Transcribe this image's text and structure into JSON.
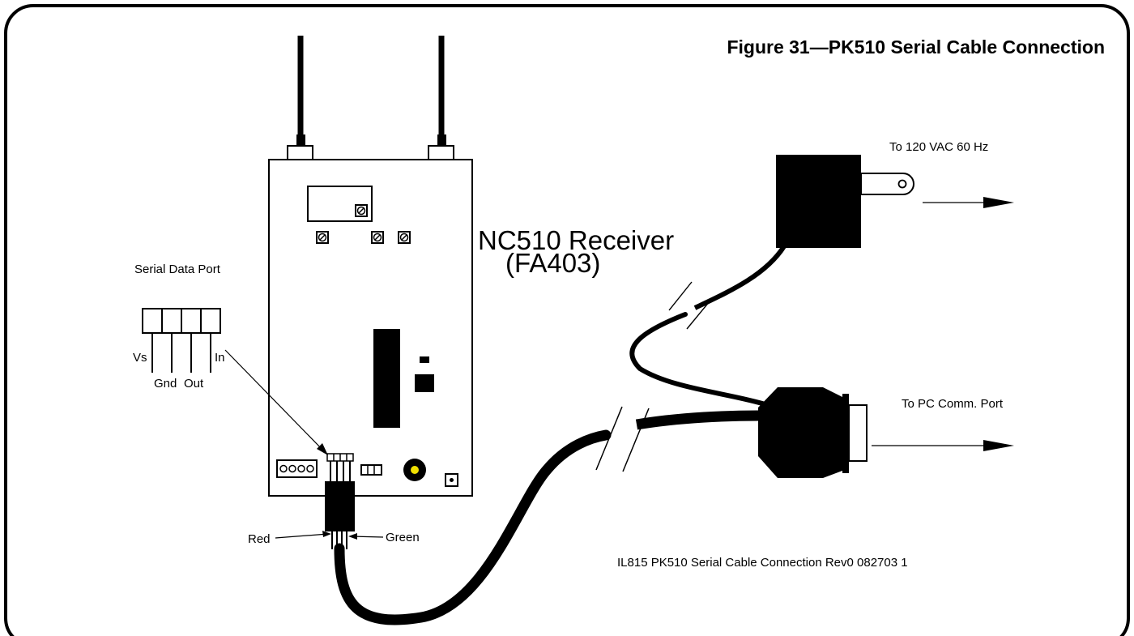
{
  "figure": {
    "title": "Figure 31—PK510 Serial Cable Connection",
    "drawing_id": "IL815 PK510 Serial Cable Connection Rev0 082703 1"
  },
  "receiver": {
    "name_line1": "NC510 Receiver",
    "name_line2": "(FA403)"
  },
  "serial_port": {
    "title": "Serial Data Port",
    "pin_vs": "Vs",
    "pin_gnd": "Gnd",
    "pin_out": "Out",
    "pin_in": "In"
  },
  "wires": {
    "red": "Red",
    "green": "Green"
  },
  "power": {
    "label": "To 120 VAC 60 Hz"
  },
  "pc": {
    "label": "To PC Comm. Port"
  },
  "colors": {
    "line": "#000000",
    "indicator_led": "#f0e000",
    "background": "#ffffff"
  }
}
